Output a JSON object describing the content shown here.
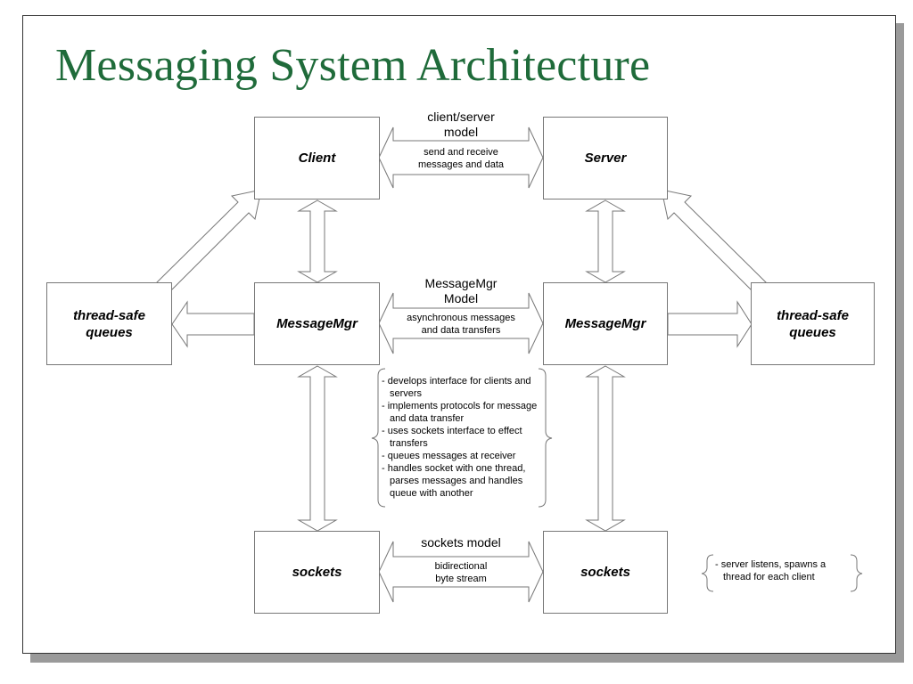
{
  "title": "Messaging System Architecture",
  "colors": {
    "title": "#1f6b3a",
    "stroke": "#777777",
    "shadow": "#9a9a9a"
  },
  "boxes": {
    "client": "Client",
    "server": "Server",
    "msgmgr_left": "MessageMgr",
    "msgmgr_right": "MessageMgr",
    "queues_left": [
      "thread-safe",
      "queues"
    ],
    "queues_right": [
      "thread-safe",
      "queues"
    ],
    "sockets_left": "sockets",
    "sockets_right": "sockets"
  },
  "links": {
    "client_server": {
      "model": [
        "client/server",
        "model"
      ],
      "desc": [
        "send and receive",
        "messages and data"
      ]
    },
    "messagemgr": {
      "model": [
        "MessageMgr",
        "Model"
      ],
      "desc": [
        "asynchronous messages",
        "and data transfers"
      ]
    },
    "sockets": {
      "model": "sockets model",
      "desc": [
        "bidirectional",
        "byte stream"
      ]
    }
  },
  "messagemgr_notes": [
    "develops interface for clients and servers",
    "implements protocols for message and data transfer",
    "uses sockets interface to effect transfers",
    "queues messages at receiver",
    "handles socket with one thread, parses messages and handles queue with another"
  ],
  "server_note": [
    "server listens, spawns a thread for each client"
  ]
}
